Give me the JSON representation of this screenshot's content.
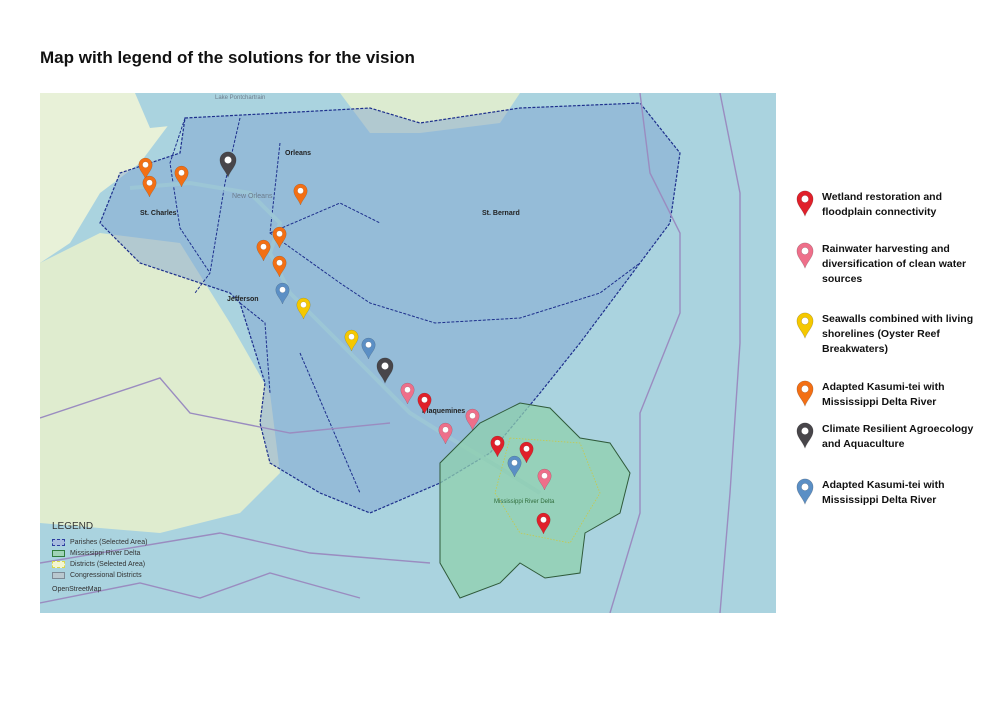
{
  "title": "Map with legend of the solutions for the vision",
  "map": {
    "labels": {
      "orleans": "Orleans",
      "st_charles": "St. Charles",
      "st_bernard": "St. Bernard",
      "jefferson": "Jefferson",
      "plaquemines": "Plaquemines",
      "delta": "Mississippi River Delta",
      "new_orleans": "New Orleans",
      "lake": "Lake Pontchartrain"
    },
    "legend": {
      "title": "LEGEND",
      "items": [
        {
          "label": "Parishes (Selected Area)",
          "fill": "#a8bde0",
          "stroke": "#2b3d9e"
        },
        {
          "label": "Mississippi River Delta",
          "fill": "#9fd3b6",
          "stroke": "#2f7d3c"
        },
        {
          "label": "Districts (Selected Area)",
          "fill": "#f3f6d0",
          "stroke": "#d8d84a"
        },
        {
          "label": "Congressional Districts",
          "fill": "#b9c8cf",
          "stroke": "#7c8a96"
        }
      ],
      "attribution": "OpenStreetMap"
    }
  },
  "solutions": [
    {
      "label": "Wetland restoration and floodplain connectivity",
      "color": "#e0202a",
      "icon": "map-pin-icon"
    },
    {
      "label": "Rainwater harvesting and diversification of clean water sources",
      "color": "#ee6f8a",
      "icon": "map-pin-icon"
    },
    {
      "label": "Seawalls combined with living shorelines (Oyster Reef Breakwaters)",
      "color": "#f5c800",
      "icon": "map-pin-icon"
    },
    {
      "label": "Adapted Kasumi-tei with Mississippi Delta River",
      "color": "#f36f14",
      "icon": "map-pin-icon"
    },
    {
      "label": "Climate Resilient Agroecology and Aquaculture",
      "color": "#48464a",
      "icon": "map-pin-icon"
    },
    {
      "label": "Adapted Kasumi-tei with Mississippi Delta River",
      "color": "#5b8fc5",
      "icon": "map-pin-icon"
    }
  ]
}
